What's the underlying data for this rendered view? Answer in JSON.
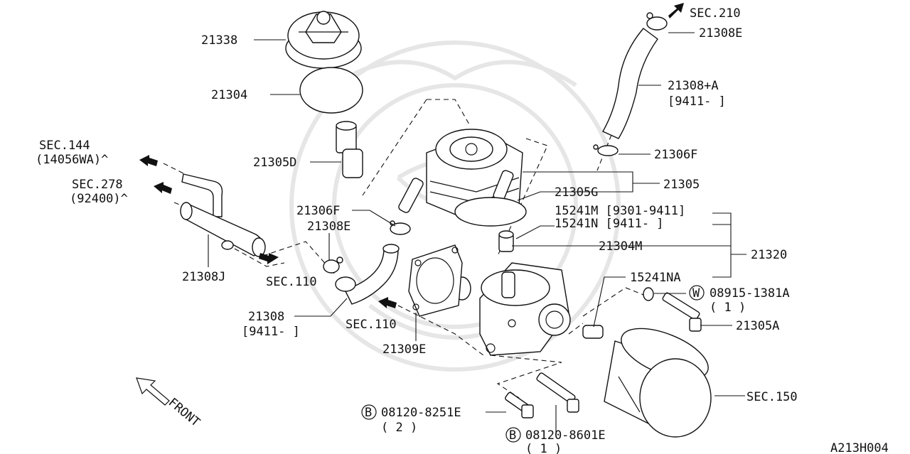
{
  "diagram_code": "A213H004",
  "front_label": "FRONT",
  "callouts": {
    "c21338": "21338",
    "c21304": "21304",
    "c21305D": "21305D",
    "c21306F_left": "21306F",
    "c21308E_left": "21308E",
    "c21308J": "21308J",
    "c21308": "21308",
    "c21308_range": "[9411-      ]",
    "c21309E": "21309E",
    "c21308E_top": "21308E",
    "c21308A": "21308+A",
    "c21308A_range": "[9411-      ]",
    "c21306F_right": "21306F",
    "c21305": "21305",
    "c21305G": "21305G",
    "c15241M": "15241M [9301-9411]",
    "c15241N": "15241N [9411-      ]",
    "c21304M": "21304M",
    "c21320": "21320",
    "c15241NA": "15241NA",
    "c08915": "08915-1381A",
    "c08915_qty": "( 1 )",
    "c21305A": "21305A",
    "c08120_8251E": "08120-8251E",
    "c08120_8251E_qty": "( 2 )",
    "c08120_8601E": "08120-8601E",
    "c08120_8601E_qty": "( 1 )"
  },
  "section_refs": {
    "sec210": "SEC.210",
    "sec144": "SEC.144",
    "sec144_sub": "(14056WA)^",
    "sec278": "SEC.278",
    "sec278_sub": "(92400)^",
    "sec110_a": "SEC.110",
    "sec110_b": "SEC.110",
    "sec150": "SEC.150"
  },
  "markers": {
    "washer": "W",
    "bolt_a": "B",
    "bolt_b": "B"
  }
}
